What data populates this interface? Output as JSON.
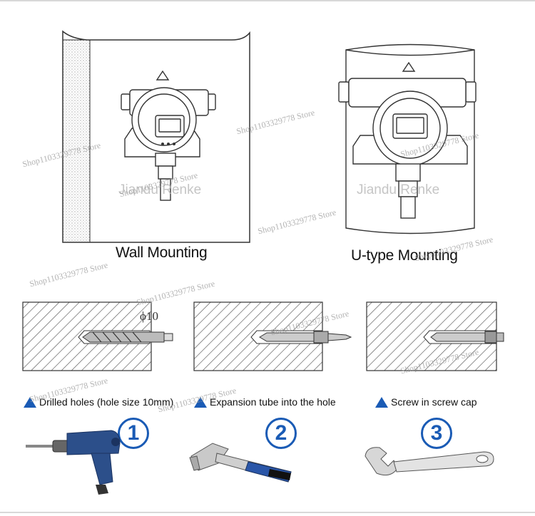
{
  "captions": {
    "wall": "Wall Mounting",
    "utype": "U-type Mounting"
  },
  "brand": "Jiandu Renke",
  "watermark": "Shop1103329778 Store",
  "drill_size_label": "ϕ10",
  "steps": [
    {
      "label": "Drilled holes (hole size 10mm)",
      "number": "1"
    },
    {
      "label": "Expansion tube into the hole",
      "number": "2"
    },
    {
      "label": "Screw in screw cap",
      "number": "3"
    }
  ],
  "colors": {
    "accent": "#1a5bb5",
    "tool_blue": "#2c4f8a",
    "hammer_handle": "#2a56a8"
  }
}
